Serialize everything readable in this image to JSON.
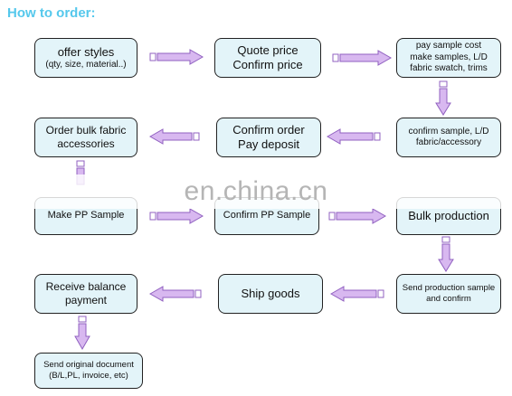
{
  "title": "How to order:",
  "watermark": "en.china.cn",
  "colors": {
    "title": "#55c8ec",
    "box_fill": "#e3f4f9",
    "box_border": "#222222",
    "arrow_fill": "#d8b8f0",
    "arrow_stroke": "#9060c0"
  },
  "steps": [
    {
      "lines": [
        "offer styles",
        "(qty, size, material..)"
      ]
    },
    {
      "lines": [
        "Quote price",
        "Confirm price"
      ]
    },
    {
      "lines": [
        "pay sample cost",
        "make samples, L/D",
        "fabric swatch, trims"
      ]
    },
    {
      "lines": [
        "confirm sample, L/D",
        "fabric/accessory"
      ]
    },
    {
      "lines": [
        "Confirm order",
        "Pay deposit"
      ]
    },
    {
      "lines": [
        "Order bulk fabric",
        "accessories"
      ]
    },
    {
      "lines": [
        "Make PP Sample"
      ]
    },
    {
      "lines": [
        "Confirm PP Sample"
      ]
    },
    {
      "lines": [
        "Bulk production"
      ]
    },
    {
      "lines": [
        "Send production sample",
        "and confirm"
      ]
    },
    {
      "lines": [
        "Ship goods"
      ]
    },
    {
      "lines": [
        "Receive balance",
        "payment"
      ]
    },
    {
      "lines": [
        "Send original document",
        "(B/L,PL, invoice, etc)"
      ]
    }
  ]
}
